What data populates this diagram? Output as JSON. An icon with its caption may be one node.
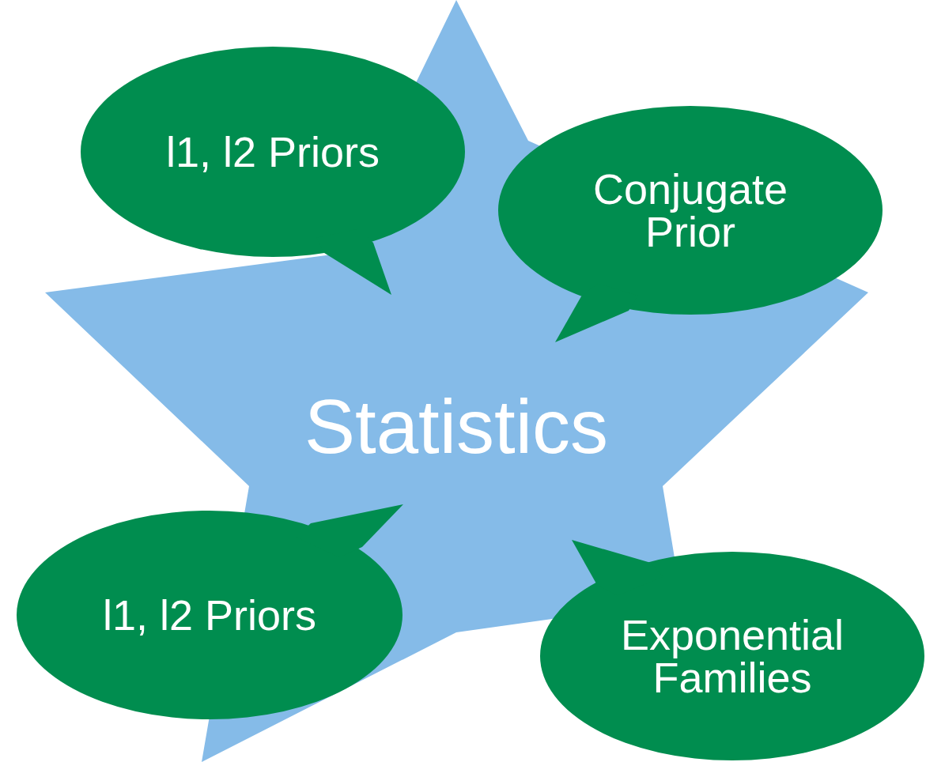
{
  "diagram": {
    "nodes": [
      {
        "text": [
          "Statistics"
        ]
      },
      {
        "text": [
          "l1, l2 Priors"
        ]
      },
      {
        "text": [
          "Conjugate Prior"
        ]
      },
      {
        "text": [
          "l1, l2 Priors"
        ]
      },
      {
        "text": [
          "Exponential Families"
        ]
      }
    ]
  }
}
